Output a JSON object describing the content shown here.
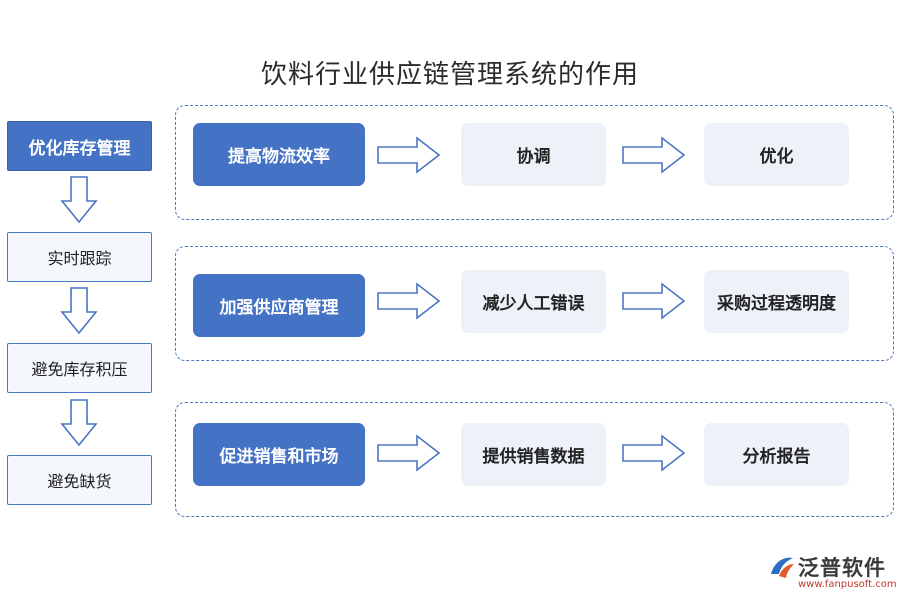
{
  "title": "饮料行业供应链管理系统的作用",
  "sidebar": {
    "items": [
      "优化库存管理",
      "实时跟踪",
      "避免库存积压",
      "避免缺货"
    ]
  },
  "groups": [
    {
      "main": "提高物流效率",
      "step1": "协调",
      "step2": "优化"
    },
    {
      "main": "加强供应商管理",
      "step1": "减少人工错误",
      "step2": "采购过程透明度"
    },
    {
      "main": "促进销售和市场",
      "step1": "提供销售数据",
      "step2": "分析报告"
    }
  ],
  "logo": {
    "name": "泛普软件",
    "url": "www.fanpusoft.com"
  },
  "colors": {
    "primary": "#4472c4",
    "node_bg": "#edf2f9",
    "border": "#4a76c2"
  }
}
